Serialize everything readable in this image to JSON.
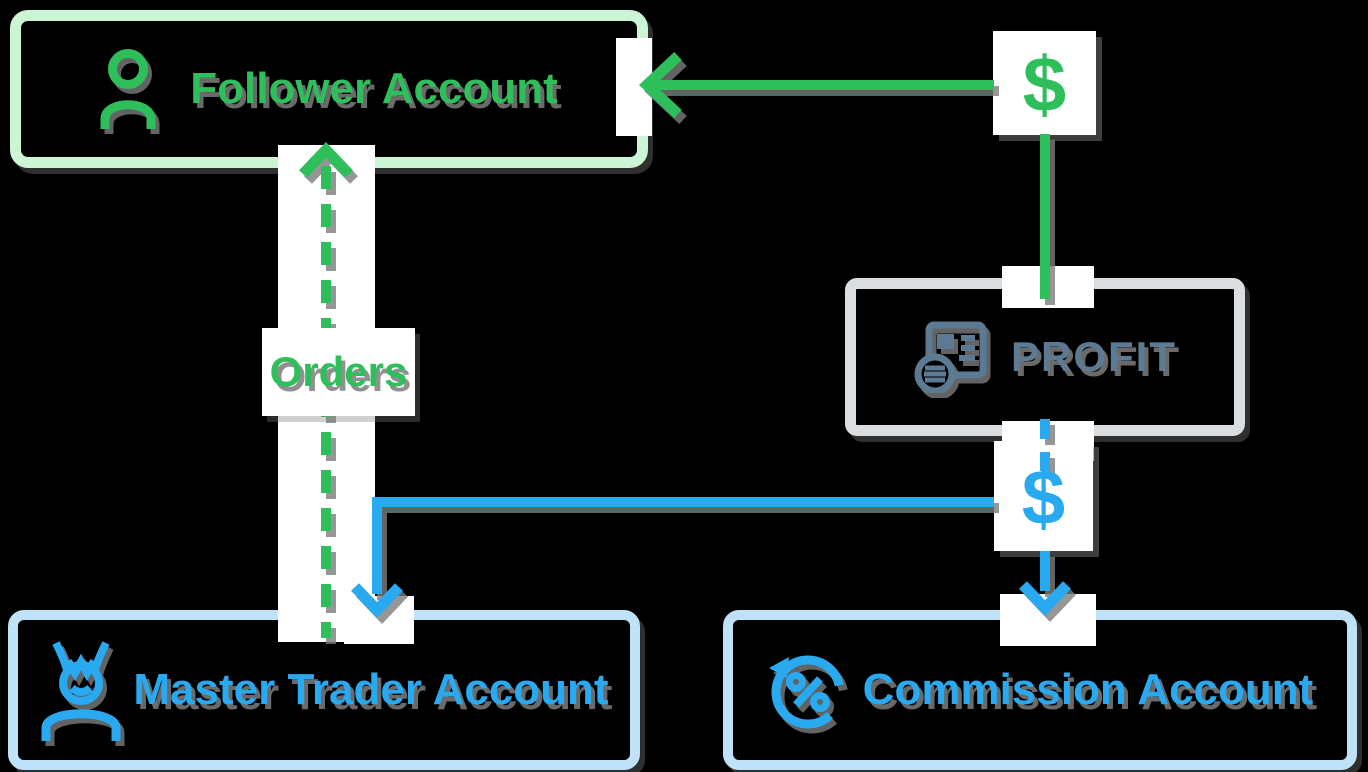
{
  "diagram": {
    "background": "#000000",
    "nodes": {
      "follower": {
        "label": "Follower Account",
        "icon": "person-icon",
        "accent": "#2ebf5b",
        "border": "#ccf5d6"
      },
      "profit": {
        "label": "PROFIT",
        "icon": "money-report-icon",
        "accent": "#5d7a94",
        "border": "#dbdee1"
      },
      "master": {
        "label": "Master Trader Account",
        "icon": "crowned-trader-icon",
        "accent": "#29a9f0",
        "border": "#bfe2f9"
      },
      "commission": {
        "label": "Commission Account",
        "icon": "percent-refresh-icon",
        "accent": "#29a9f0",
        "border": "#bfe2f9"
      }
    },
    "symbols": {
      "inflow_dollar": "$",
      "outflow_dollar": "$"
    },
    "edges": {
      "orders": {
        "label": "Orders",
        "from": "Master Trader Account",
        "to": "Follower Account",
        "style": "dashed",
        "color": "#2ebf5b",
        "arrow": "up"
      },
      "profit_to_follower": {
        "symbol": "$",
        "from": "PROFIT",
        "to": "Follower Account",
        "style": "solid",
        "color": "#2ebf5b",
        "arrow": "left"
      },
      "profit_to_master": {
        "symbol": "$",
        "from": "PROFIT",
        "to": "Master Trader Account",
        "style": "solid",
        "color": "#29a9f0",
        "arrow": "down"
      },
      "profit_to_commission": {
        "symbol": "$",
        "from": "PROFIT",
        "to": "Commission Account",
        "style": "solid",
        "color": "#29a9f0",
        "arrow": "down"
      }
    }
  }
}
